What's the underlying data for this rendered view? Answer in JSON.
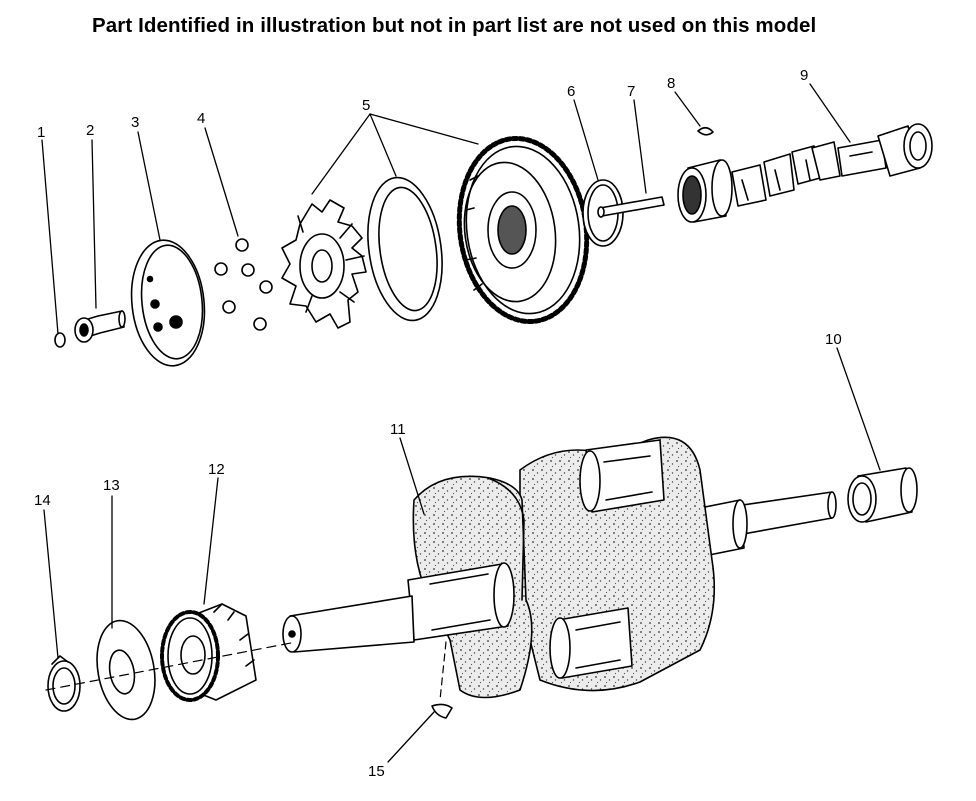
{
  "header_note": "Part Identified in illustration but not in part list are not used on this model",
  "callouts": [
    {
      "id": "c1",
      "label": "1"
    },
    {
      "id": "c2",
      "label": "2"
    },
    {
      "id": "c3",
      "label": "3"
    },
    {
      "id": "c4",
      "label": "4"
    },
    {
      "id": "c5",
      "label": "5"
    },
    {
      "id": "c6",
      "label": "6"
    },
    {
      "id": "c7",
      "label": "7"
    },
    {
      "id": "c8",
      "label": "8"
    },
    {
      "id": "c9",
      "label": "9"
    },
    {
      "id": "c10",
      "label": "10"
    },
    {
      "id": "c11",
      "label": "11"
    },
    {
      "id": "c12",
      "label": "12"
    },
    {
      "id": "c13",
      "label": "13"
    },
    {
      "id": "c14",
      "label": "14"
    },
    {
      "id": "c15",
      "label": "15"
    }
  ],
  "colors": {
    "ink": "#000000",
    "paper": "#ffffff",
    "casting": "#e9e9e9"
  }
}
